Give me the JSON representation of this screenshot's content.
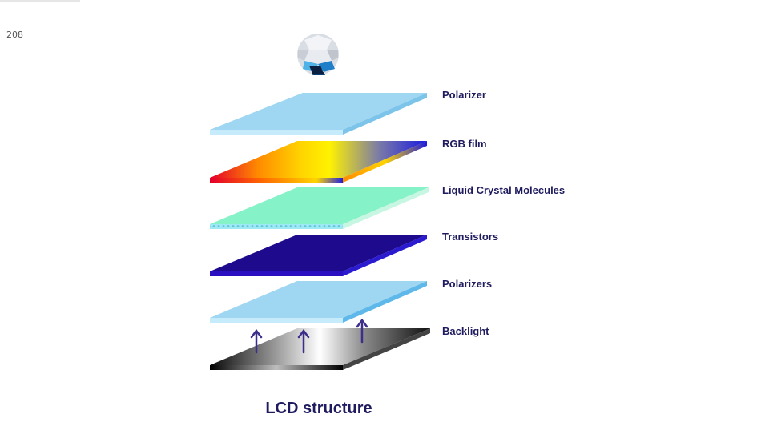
{
  "page": {
    "number": "208"
  },
  "diagram": {
    "caption": "LCD structure",
    "layers": [
      {
        "key": "polarizer-top",
        "label": "Polarizer"
      },
      {
        "key": "rgb-film",
        "label": "RGB film"
      },
      {
        "key": "liquid-crystal",
        "label": "Liquid Crystal Molecules"
      },
      {
        "key": "transistors",
        "label": "Transistors"
      },
      {
        "key": "polarizers-bottom",
        "label": "Polarizers"
      },
      {
        "key": "backlight",
        "label": "Backlight"
      }
    ],
    "colors": {
      "label": "#1f1b5e",
      "polarizer": "#9fd6f1",
      "liquid_crystal": "#86f2c8",
      "transistors": "#1e0a8c",
      "arrow": "#3b2f8a"
    }
  }
}
